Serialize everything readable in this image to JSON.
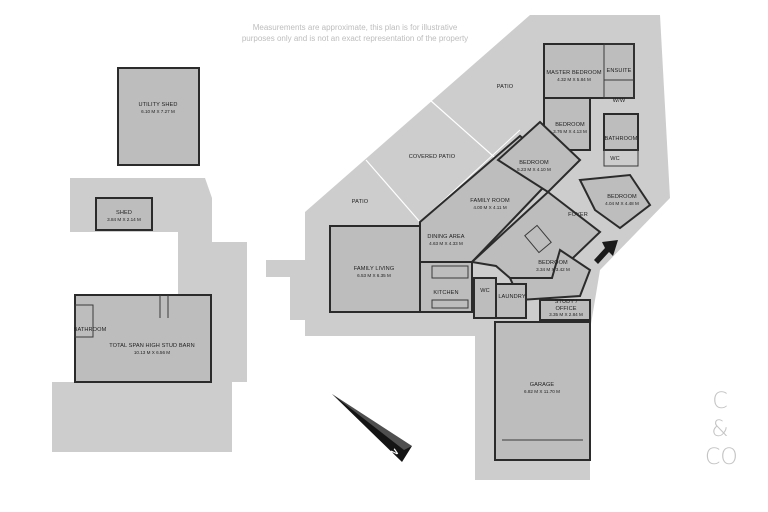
{
  "disclaimer": {
    "line1": "Measurements are approximate, this plan is for illustrative",
    "line2": "purposes only and is not an exact representation of the property"
  },
  "brand": {
    "line1": "C",
    "line2": "&",
    "line3": "CO"
  },
  "compass": {
    "label": "N",
    "icon": "north-arrow-icon"
  },
  "rooms": {
    "utility_shed": {
      "name": "UTILITY SHED",
      "dims": "6.10 M X 7.27 M"
    },
    "shed": {
      "name": "SHED",
      "dims": "3.84 M X 2.14 M"
    },
    "bathroom_barn": {
      "name": "BATHROOM"
    },
    "barn": {
      "name": "TOTAL SPAN HIGH STUD BARN",
      "dims": "10.13 M X 6.56 M"
    },
    "patio_left": {
      "name": "PATIO"
    },
    "patio_top": {
      "name": "PATIO"
    },
    "covered_patio": {
      "name": "COVERED PATIO"
    },
    "family_living": {
      "name": "FAMILY LIVING",
      "dims": "6.53 M X 6.35 M"
    },
    "kitchen": {
      "name": "KITCHEN"
    },
    "dining": {
      "name": "DINING AREA",
      "dims": "4.63 M X 4.33 M"
    },
    "family_room": {
      "name": "FAMILY ROOM",
      "dims": "4.00 M X 4.11 M"
    },
    "bedroom_a": {
      "name": "BEDROOM",
      "dims": "5.23 M X 4.10 M"
    },
    "bedroom_b": {
      "name": "BEDROOM",
      "dims": "3.76 M X 4.13 M"
    },
    "master": {
      "name": "MASTER BEDROOM",
      "dims": "4.32 M X 5.84 M"
    },
    "ensuite": {
      "name": "ENSUITE"
    },
    "ww": {
      "name": "W/W"
    },
    "bathroom": {
      "name": "BATHROOM"
    },
    "wc_right": {
      "name": "WC"
    },
    "bedroom_c": {
      "name": "BEDROOM",
      "dims": "4.04 M X 4.48 M"
    },
    "foyer": {
      "name": "FOYER"
    },
    "bedroom_d": {
      "name": "BEDROOM",
      "dims": "3.34 M X 3.42 M"
    },
    "wc_left": {
      "name": "WC"
    },
    "laundry": {
      "name": "LAUNDRY"
    },
    "study_1": {
      "name": "STUDY /"
    },
    "study_2": {
      "name": "OFFICE",
      "dims": "3.35 M X 2.84 M"
    },
    "garage": {
      "name": "GARAGE",
      "dims": "6.82 M X 11.70 M"
    }
  }
}
